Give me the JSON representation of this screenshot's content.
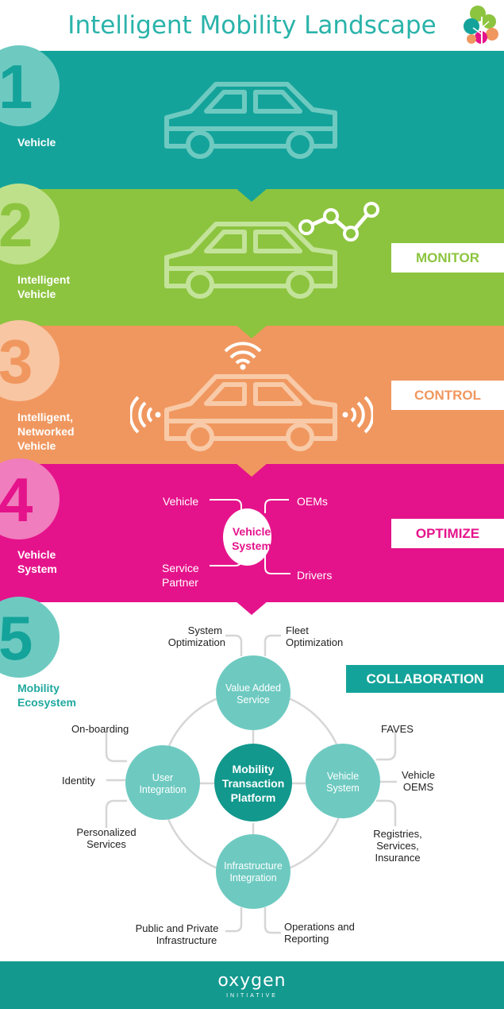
{
  "title": "Intelligent Mobility Landscape",
  "colors": {
    "teal": "#14a39a",
    "green": "#8cc43f",
    "orange": "#f0975f",
    "magenta": "#e5138b",
    "teal_text": "#1fa89e",
    "circle_teal": "#6ecac1",
    "dark_teal": "#12988d"
  },
  "stages": [
    {
      "number": "1",
      "label_lines": [
        "Vehicle"
      ]
    },
    {
      "number": "2",
      "label_lines": [
        "Intelligent",
        "Vehicle"
      ],
      "badge": "MONITOR"
    },
    {
      "number": "3",
      "label_lines": [
        "Intelligent,",
        "Networked",
        "Vehicle"
      ],
      "badge": "CONTROL"
    },
    {
      "number": "4",
      "label_lines": [
        "Vehicle",
        "System"
      ],
      "badge": "OPTIMIZE"
    },
    {
      "number": "5",
      "label_lines": [
        "Mobility",
        "Ecosystem"
      ],
      "badge": "COLLABORATION"
    }
  ],
  "vehicle_system": {
    "center": [
      "Vehicle",
      "System"
    ],
    "vehicle": "Vehicle",
    "oems": "OEMs",
    "service_partner": [
      "Service",
      "Partner"
    ],
    "drivers": "Drivers"
  },
  "ecosystem": {
    "center": [
      "Mobility",
      "Transaction",
      "Platform"
    ],
    "value_added": [
      "Value Added",
      "Service"
    ],
    "user_integration": [
      "User",
      "Integration"
    ],
    "vehicle_system": [
      "Vehicle",
      "System"
    ],
    "infrastructure": [
      "Infrastructure",
      "Integration"
    ],
    "system_optimization": [
      "System",
      "Optimization"
    ],
    "fleet_optimization": [
      "Fleet",
      "Optimization"
    ],
    "onboarding": "On-boarding",
    "identity": "Identity",
    "personalized_services": [
      "Personalized",
      "Services"
    ],
    "faves": "FAVES",
    "vehicle_oems": [
      "Vehicle",
      "OEMS"
    ],
    "registries": [
      "Registries,",
      "Services,",
      "Insurance"
    ],
    "public_private": [
      "Public and Private",
      "Infrastructure"
    ],
    "operations_reporting": [
      "Operations and",
      "Reporting"
    ]
  },
  "footer": {
    "logo": "oxygen",
    "sub": "INITIATIVE"
  }
}
